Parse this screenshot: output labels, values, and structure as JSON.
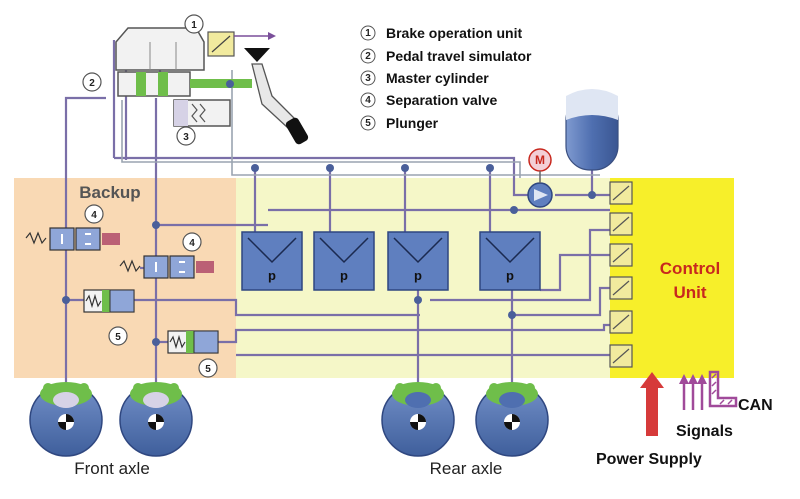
{
  "legend": [
    {
      "num": "1",
      "label": "Brake operation unit"
    },
    {
      "num": "2",
      "label": "Pedal travel simulator"
    },
    {
      "num": "3",
      "label": "Master cylinder"
    },
    {
      "num": "4",
      "label": "Separation valve"
    },
    {
      "num": "5",
      "label": "Plunger"
    }
  ],
  "regions": {
    "backup": "Backup",
    "control_unit_line1": "Control",
    "control_unit_line2": "Unit"
  },
  "callouts": {
    "n1": "1",
    "n2": "2",
    "n3": "3",
    "n4a": "4",
    "n4b": "4",
    "n5a": "5",
    "n5b": "5"
  },
  "motor_label": "M",
  "pressure_label": "p",
  "axles": {
    "front": "Front axle",
    "rear": "Rear axle"
  },
  "signals": {
    "can": "CAN",
    "signals": "Signals",
    "power": "Power Supply"
  },
  "colors": {
    "backup_bg": "#f9d9b4",
    "middle_bg": "#f5f7c8",
    "control_bg": "#f7ef2a",
    "control_text": "#c8281e",
    "line": "#7a6fa8",
    "sensor": "#f1ea9e",
    "valve_box": "#5f7fbf",
    "reservoir": "#5878b8",
    "wheel": "#5577b0",
    "caliper": "#6fbe4a",
    "power_arrow": "#d63a3a",
    "signal_arrow": "#a04a9a"
  }
}
